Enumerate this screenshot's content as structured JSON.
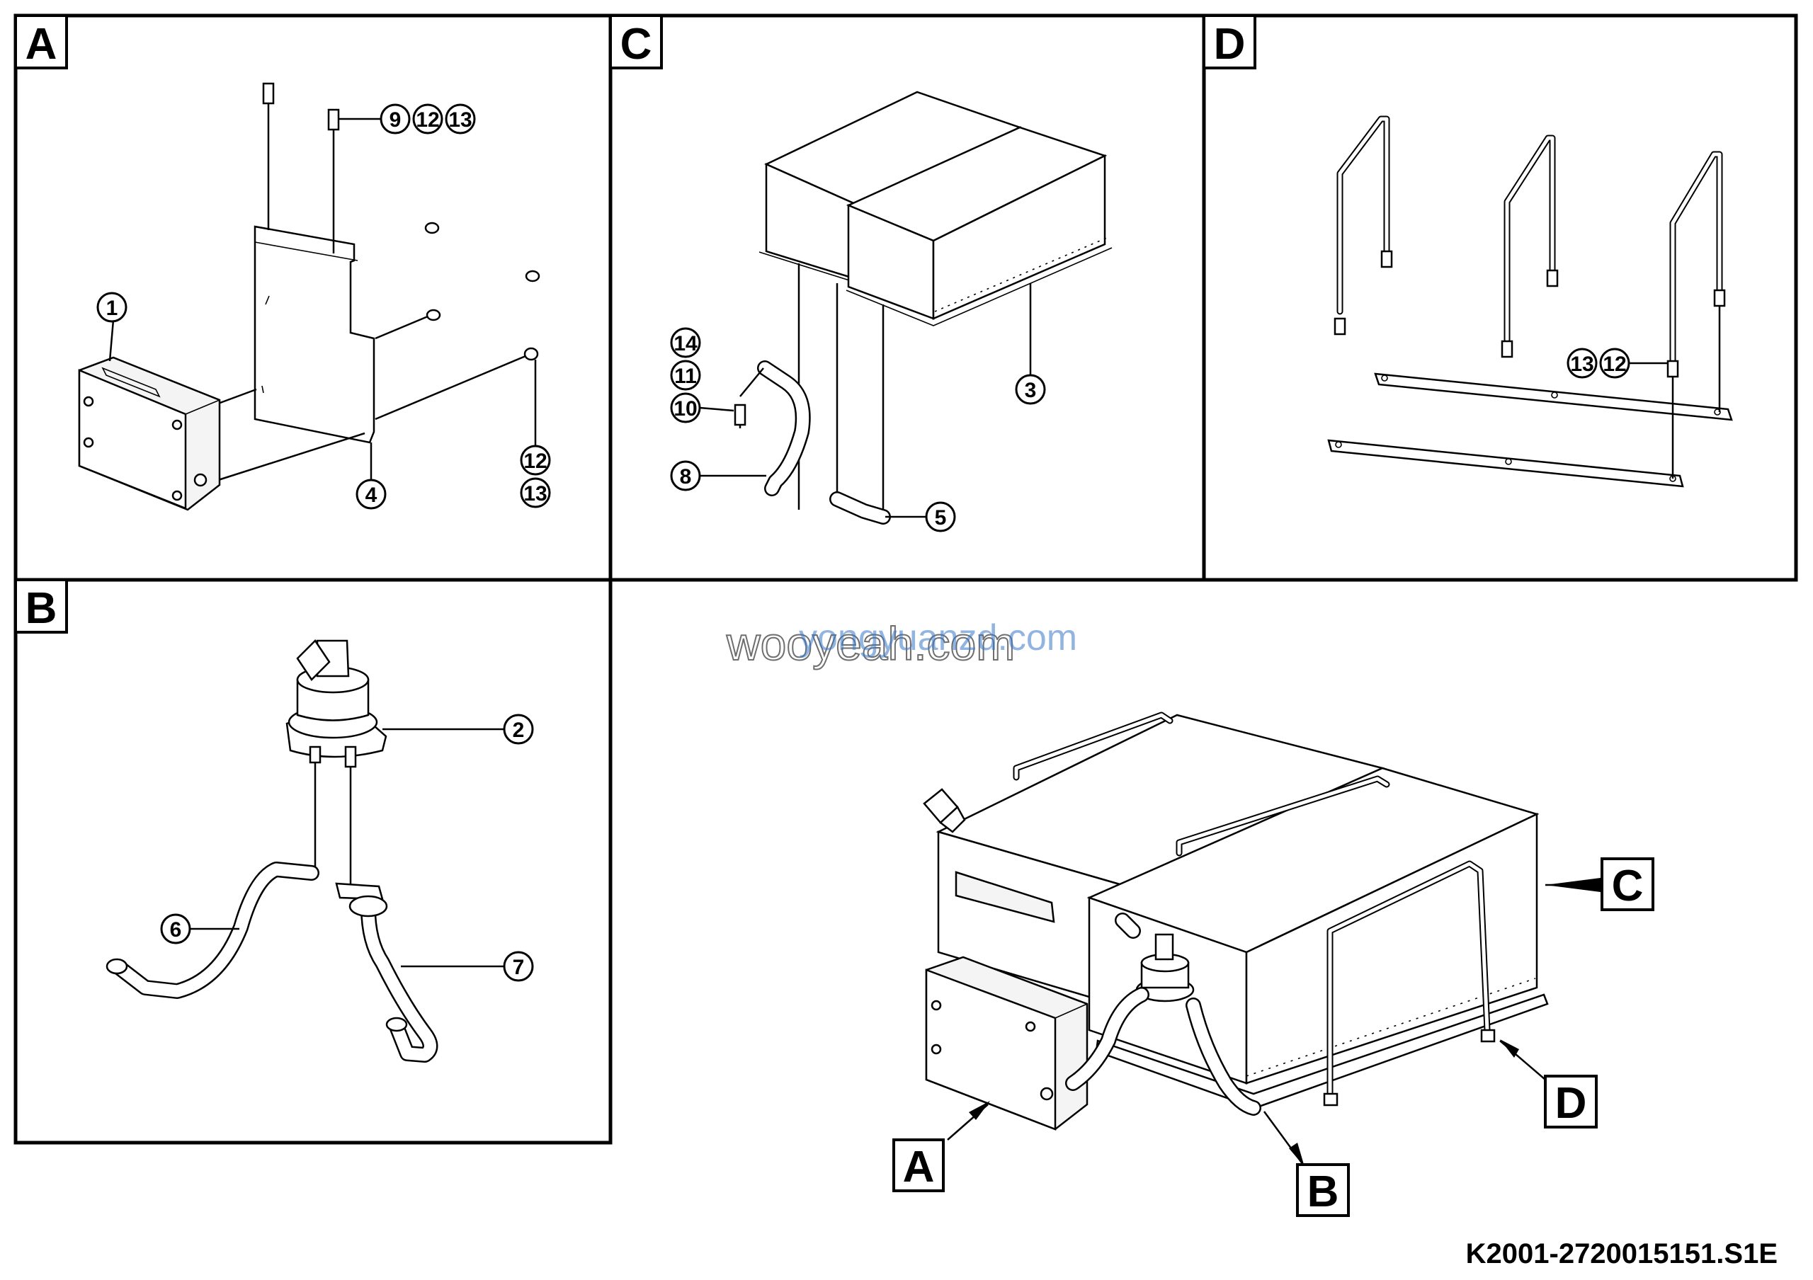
{
  "document_id": "K2001-2720015151.S1E",
  "watermark": [
    "wooyeah.com",
    "yongyuanzd.com"
  ],
  "panels": {
    "a": {
      "tag": "A",
      "callouts": [
        "1",
        "4",
        "9",
        "12",
        "13",
        "12",
        "13"
      ]
    },
    "b": {
      "tag": "B",
      "callouts": [
        "2",
        "6",
        "7"
      ]
    },
    "c": {
      "tag": "C",
      "callouts": [
        "3",
        "5",
        "8",
        "10",
        "11",
        "14"
      ]
    },
    "d": {
      "tag": "D",
      "callouts": [
        "13",
        "12"
      ]
    }
  },
  "overview_tags": {
    "a": "A",
    "b": "B",
    "c": "C",
    "d": "D"
  }
}
